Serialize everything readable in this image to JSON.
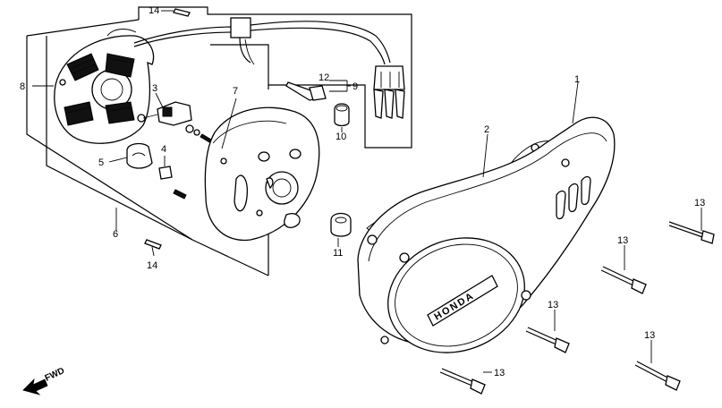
{
  "diagram": {
    "part_numbers": {
      "p1": "1",
      "p2": "2",
      "p3": "3",
      "p4": "4",
      "p5": "5",
      "p6": "6",
      "p7": "7",
      "p8": "8",
      "p9": "9",
      "p10": "10",
      "p11": "11",
      "p12": "12",
      "p13a": "13",
      "p13b": "13",
      "p13c": "13",
      "p13d": "13",
      "p13e": "13",
      "p14a": "14",
      "p14b": "14"
    },
    "logo_text": "HONDA",
    "direction_label": "FWD"
  }
}
